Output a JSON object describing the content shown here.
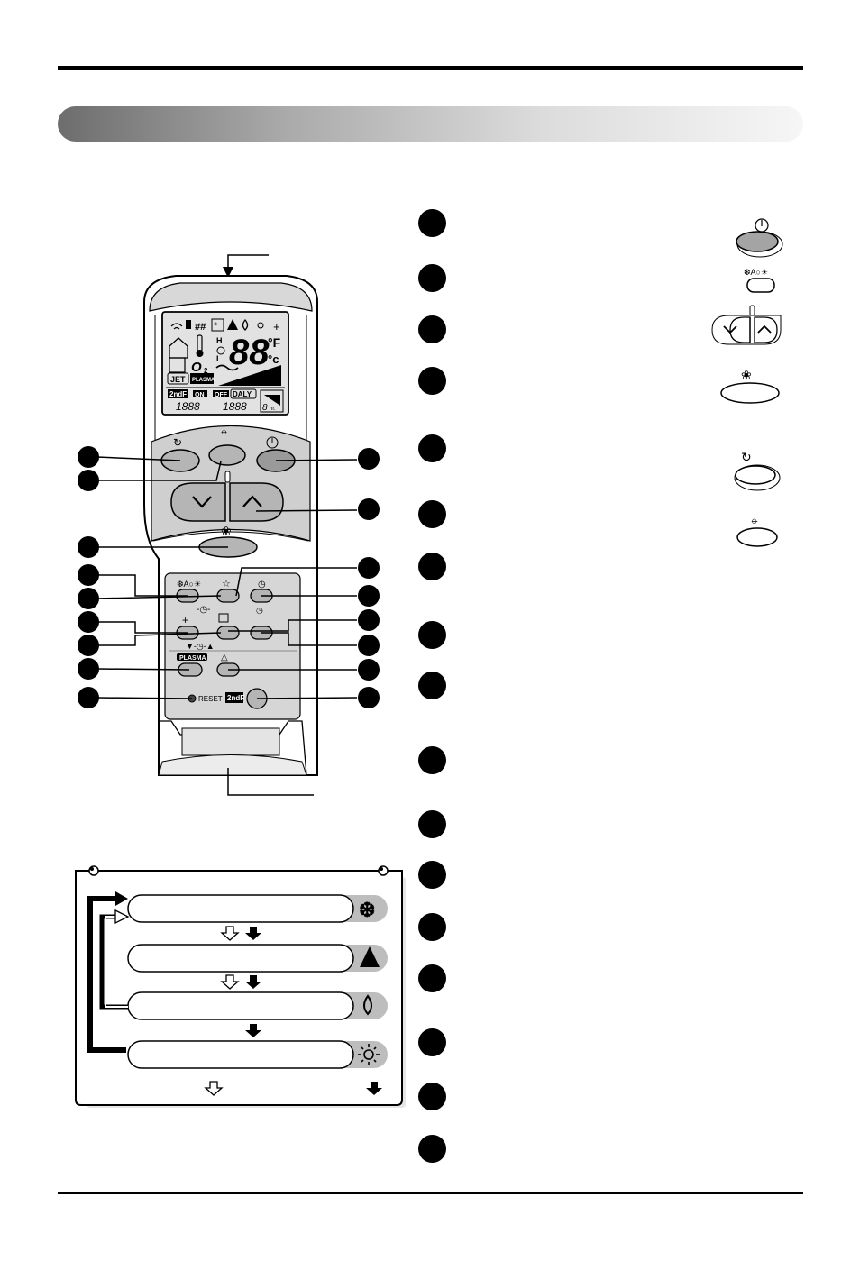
{
  "remote": {
    "display_digits": "88",
    "unit_f": "°F",
    "unit_c": "°c",
    "lcd_jet": "JET",
    "lcd_plasma": "PLASMA",
    "lcd_o2": "O",
    "lcd_o2_sub": "2",
    "lcd_2ndf": "2ndF",
    "lcd_on": "ON",
    "lcd_off": "OFF",
    "lcd_daily": "DALY",
    "lcd_on_time": "1888",
    "lcd_off_time": "1888",
    "lcd_hr_digit": "8",
    "lcd_hr": "hr.",
    "lcd_high": "H",
    "lcd_low": "L",
    "plasma_button_label": "PLASMA",
    "reset_label": "RESET",
    "second_f_label": "2ndF"
  },
  "mode_cycle": {
    "icons": [
      "snowflake-icon",
      "auto-icon",
      "drop-icon",
      "sun-icon"
    ]
  },
  "colors": {
    "rule": "#000000",
    "banner_dark": "#6d6d6d",
    "banner_light": "#f6f6f6",
    "button_gray": "#b5b5b5"
  }
}
